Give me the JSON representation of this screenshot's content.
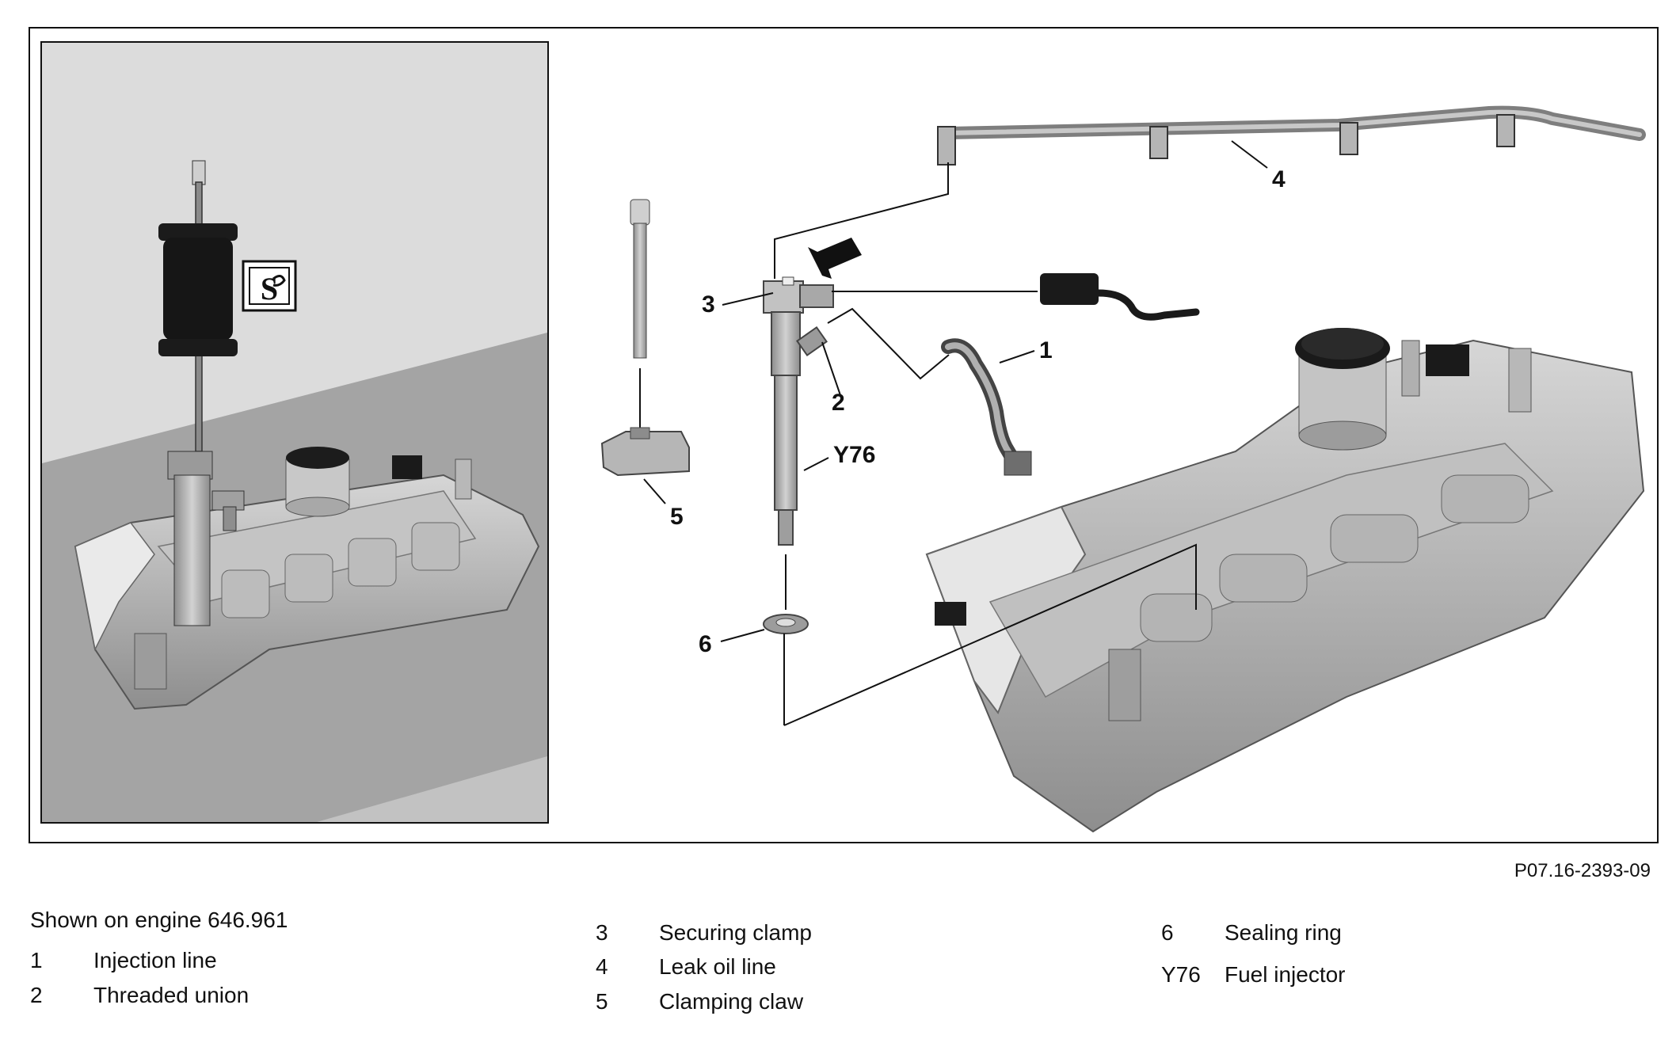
{
  "figure": {
    "callouts": {
      "c1": "1",
      "c2": "2",
      "c3": "3",
      "c4": "4",
      "c5": "5",
      "c6": "6",
      "cY76": "Y76"
    },
    "figure_id": "P07.16-2393-09",
    "tool_icon_name": "special-tool-icon"
  },
  "caption": "Shown on engine 646.961",
  "legend": [
    {
      "key": "1",
      "text": "Injection line"
    },
    {
      "key": "2",
      "text": "Threaded union"
    },
    {
      "key": "3",
      "text": "Securing clamp"
    },
    {
      "key": "4",
      "text": "Leak oil line"
    },
    {
      "key": "5",
      "text": "Clamping claw"
    },
    {
      "key": "6",
      "text": "Sealing ring"
    },
    {
      "key": "Y76",
      "text": "Fuel injector"
    }
  ],
  "colors": {
    "background_light": "#dcdcdc",
    "background_dark": "#a4a4a4",
    "metal": "#b9b9b9",
    "metal_dark": "#7a7a7a",
    "line": "#111111"
  }
}
